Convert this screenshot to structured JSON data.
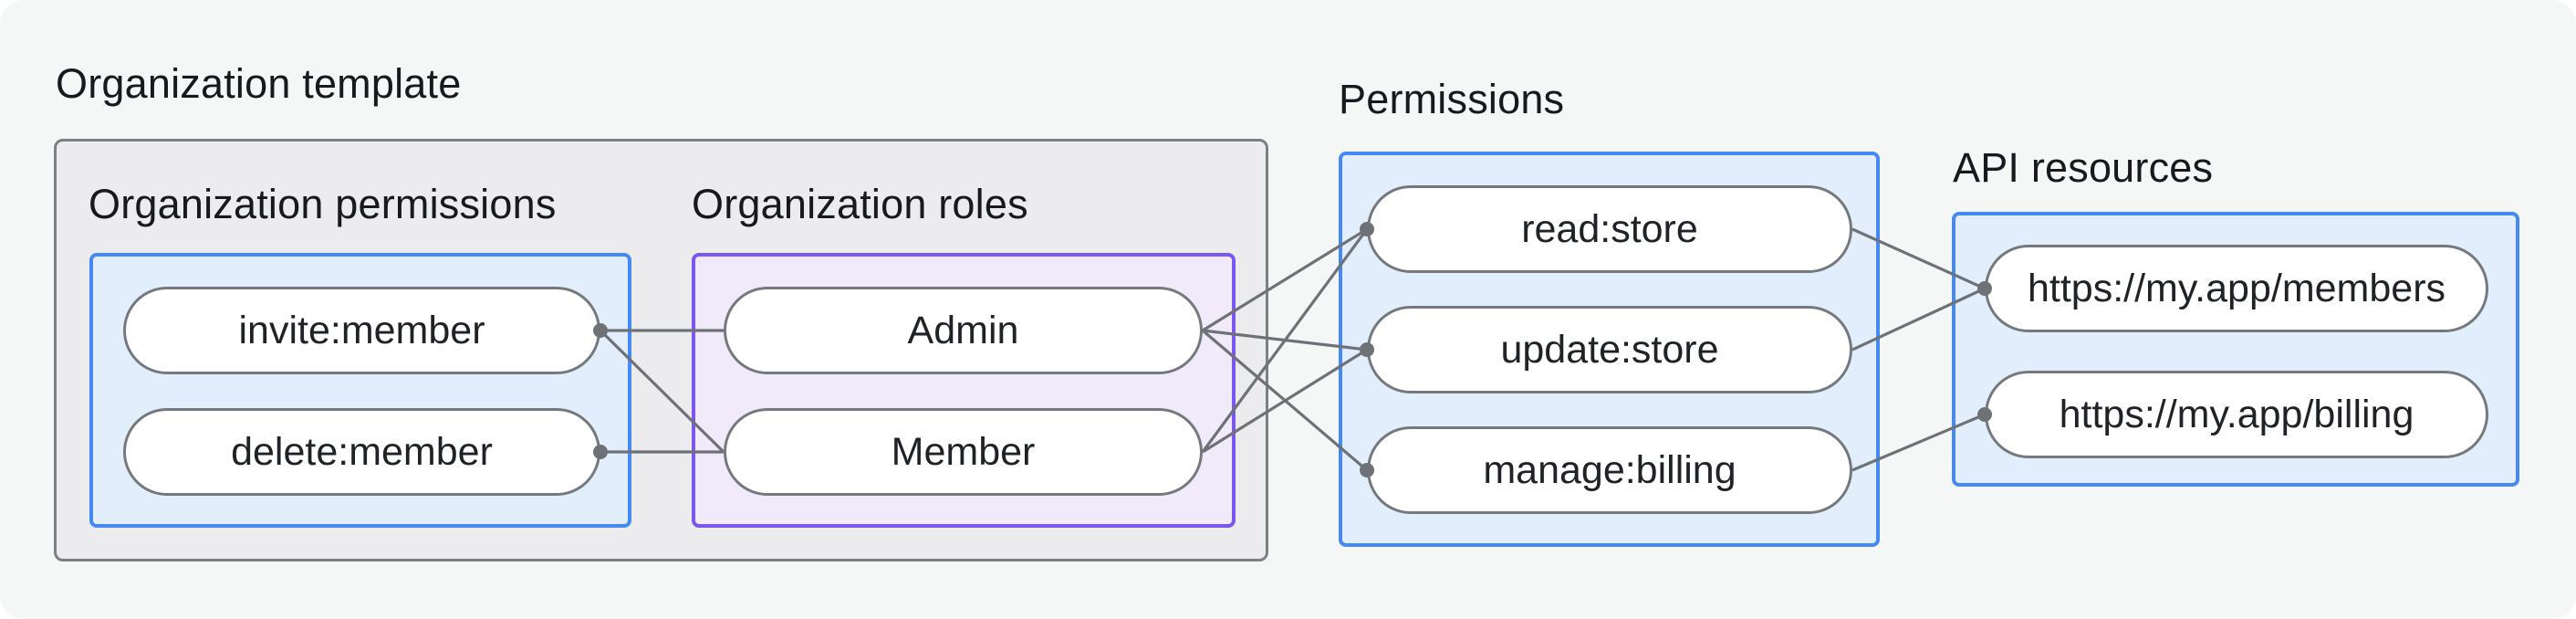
{
  "diagram": {
    "title": "Organization template",
    "groups": {
      "org_permissions": {
        "heading": "Organization permissions",
        "items": [
          "invite:member",
          "delete:member"
        ]
      },
      "org_roles": {
        "heading": "Organization roles",
        "items": [
          "Admin",
          "Member"
        ]
      },
      "permissions": {
        "heading": "Permissions",
        "items": [
          "read:store",
          "update:store",
          "manage:billing"
        ]
      },
      "api_resources": {
        "heading": "API resources",
        "items": [
          "https://my.app/members",
          "https://my.app/billing"
        ]
      }
    },
    "connections": [
      {
        "from": "invite:member",
        "to": "Admin"
      },
      {
        "from": "invite:member",
        "to": "Member"
      },
      {
        "from": "delete:member",
        "to": "Member"
      },
      {
        "from": "Admin",
        "to": "read:store"
      },
      {
        "from": "Admin",
        "to": "update:store"
      },
      {
        "from": "Admin",
        "to": "manage:billing"
      },
      {
        "from": "Member",
        "to": "read:store"
      },
      {
        "from": "Member",
        "to": "update:store"
      },
      {
        "from": "read:store",
        "to": "https://my.app/members"
      },
      {
        "from": "update:store",
        "to": "https://my.app/members"
      },
      {
        "from": "manage:billing",
        "to": "https://my.app/billing"
      }
    ],
    "colors": {
      "page_bg": "#f5f6f6",
      "template_box_bg": "#ececee",
      "template_box_border": "#7c8084",
      "blue_box_bg": "#e2eefb",
      "blue_box_border": "#4589f7",
      "purple_box_bg": "#f0eafb",
      "purple_box_border": "#7a57f2",
      "pill_bg": "#ffffff",
      "pill_border": "#75797d",
      "line": "#6e7276",
      "heading_text": "#17191e",
      "pill_text": "#1f2227"
    }
  }
}
